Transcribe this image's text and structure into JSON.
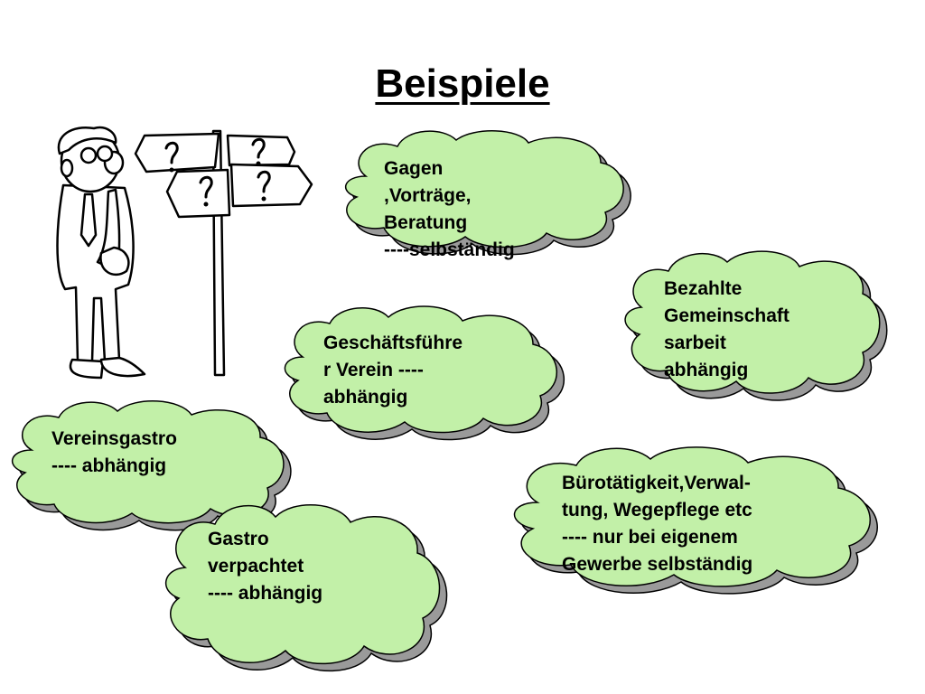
{
  "slide": {
    "title": "Beispiele"
  },
  "clouds": [
    {
      "text": "Gagen\n,Vorträge,\nBeratung\n----selbständig"
    },
    {
      "text": "Bezahlte\nGemeinschaft\nsarbeit\nabhängig"
    },
    {
      "text": "Geschäftsführe\nr Verein ----\nabhängig"
    },
    {
      "text": "Vereinsgastro\n---- abhängig"
    },
    {
      "text": "Bürotätigkeit,Verwal-\ntung, Wegepflege etc\n---- nur bei eigenem\nGewerbe selbständig"
    },
    {
      "text": "Gastro\nverpachtet\n---- abhängig"
    }
  ],
  "colors": {
    "cloud_fill": "#c2f0a8",
    "cloud_stroke": "#000000",
    "shadow": "#9a9a9a"
  },
  "icons": [
    "thinking-man-icon",
    "signpost-icon",
    "question-mark-icon"
  ]
}
